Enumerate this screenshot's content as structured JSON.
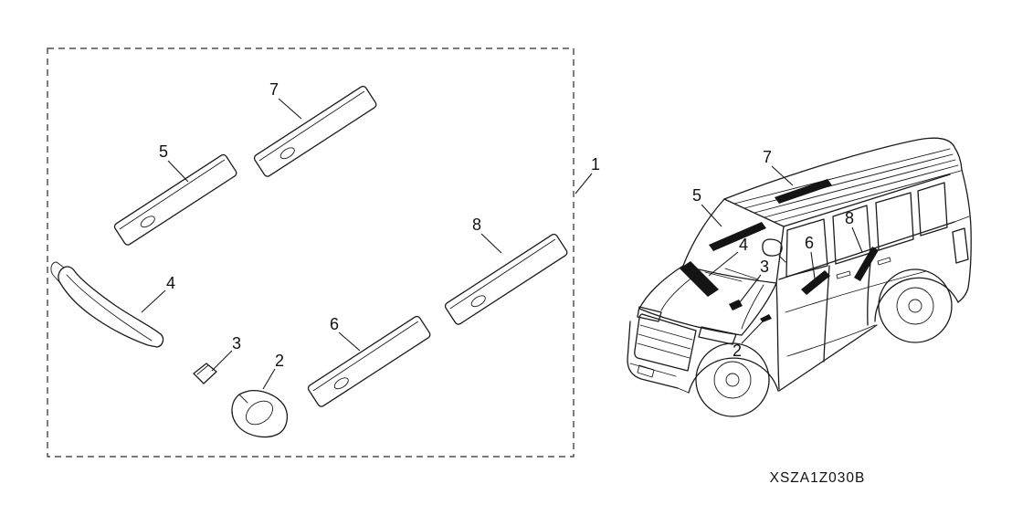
{
  "diagram": {
    "parts_box": {
      "callout_1": "1",
      "callout_2": "2",
      "callout_3": "3",
      "callout_4": "4",
      "callout_5": "5",
      "callout_6": "6",
      "callout_7": "7",
      "callout_8": "8"
    },
    "vehicle": {
      "callout_2": "2",
      "callout_3": "3",
      "callout_4": "4",
      "callout_5": "5",
      "callout_6": "6",
      "callout_7": "7",
      "callout_8": "8"
    },
    "part_code": "XSZA1Z030B",
    "colors": {
      "line": "#1a1a1a",
      "trim_fill": "#141414",
      "background": "#ffffff"
    }
  }
}
